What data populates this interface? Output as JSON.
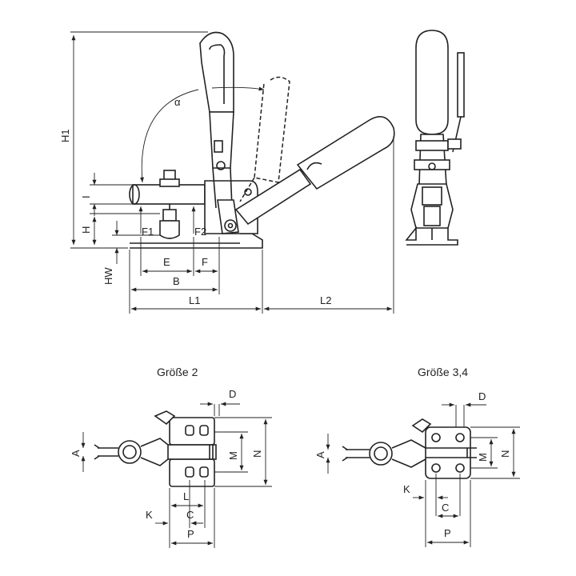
{
  "side_view": {
    "angle_label": "α",
    "dims": {
      "H1": "H1",
      "I": "I",
      "H": "H",
      "HW": "HW",
      "F1": "F1",
      "F2": "F2",
      "E": "E",
      "F": "F",
      "B": "B",
      "L1": "L1",
      "L2": "L2"
    }
  },
  "base_size2": {
    "title": "Größe 2",
    "dims": {
      "D": "D",
      "A": "A",
      "M": "M",
      "N": "N",
      "K": "K",
      "L": "L",
      "C": "C",
      "P": "P"
    }
  },
  "base_size34": {
    "title": "Größe 3,4",
    "dims": {
      "D": "D",
      "A": "A",
      "M": "M",
      "N": "N",
      "K": "K",
      "C": "C",
      "P": "P"
    }
  }
}
